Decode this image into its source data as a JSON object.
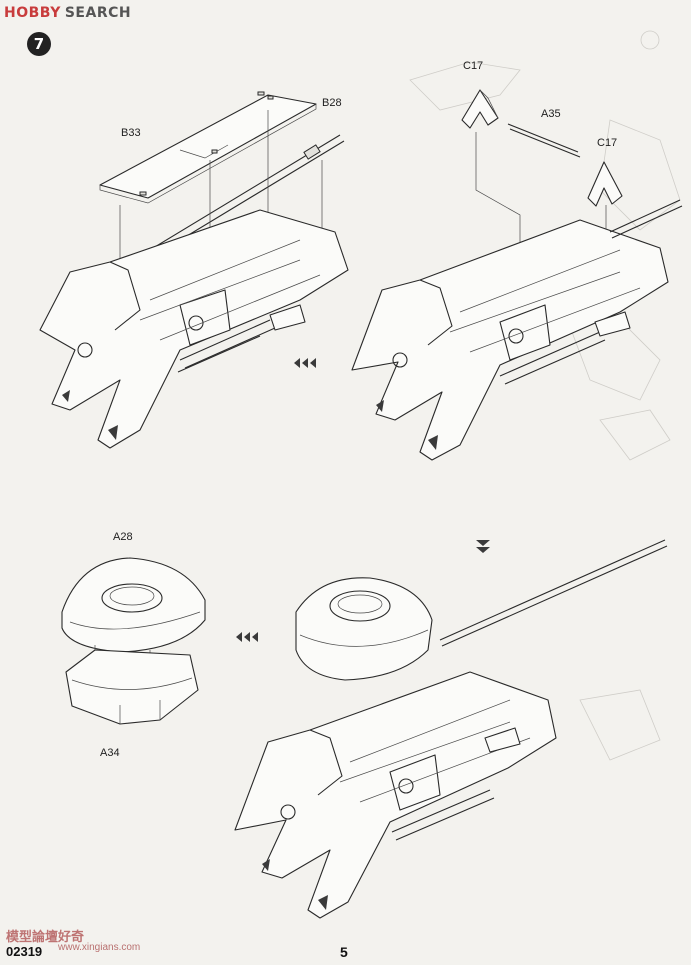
{
  "watermark": {
    "logo": "HOBBY",
    "search": "SEARCH",
    "bottom_cn": "模型論壇好奇",
    "bottom_url": "www.xingians.com"
  },
  "step": {
    "number": "7"
  },
  "labels": {
    "b33": "B33",
    "b28": "B28",
    "c17_top": "C17",
    "a35": "A35",
    "c17_bottom": "C17",
    "a28": "A28",
    "a34": "A34"
  },
  "footer": {
    "code": "02319",
    "page": "5"
  },
  "colors": {
    "paper": "#f3f2ee",
    "ink": "#2a2a2a",
    "watermark_red": "#c83c3c"
  }
}
